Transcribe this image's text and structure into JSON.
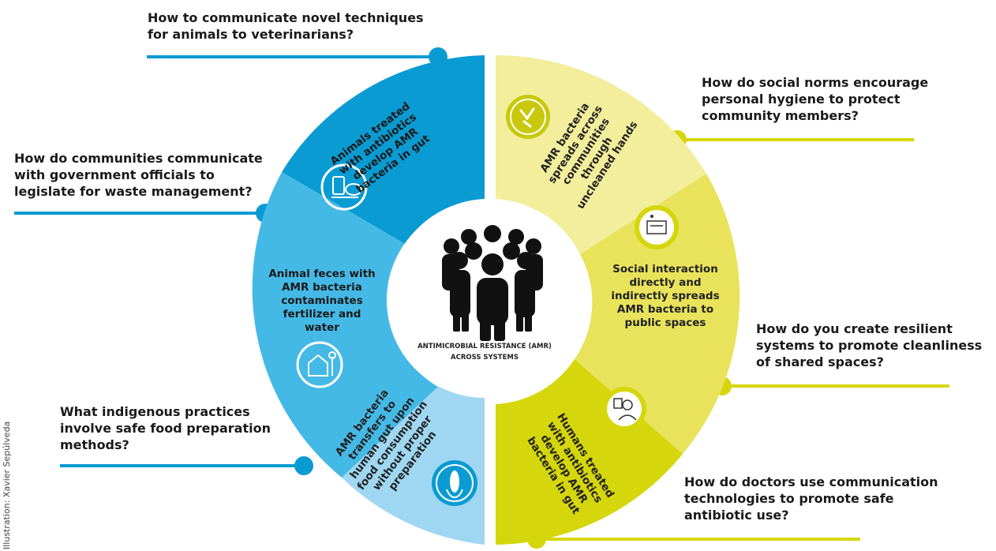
{
  "questions": {
    "q1": [
      "How to communicate novel techniques",
      "for animals to veterinarians?"
    ],
    "q2": [
      "How do communities communicate",
      "with government officials to",
      "legislate for waste management?"
    ],
    "q3": [
      "What indigenous practices",
      "involve safe food preparation",
      "methods?"
    ],
    "q4": [
      "How do social norms encourage",
      "personal hygiene to protect",
      "community members?"
    ],
    "q5": [
      "How do you create resilient",
      "systems to promote cleanliness",
      "of shared spaces?"
    ],
    "q6": [
      "How do doctors use communication",
      "technologies to promote safe",
      "antibiotic use?"
    ]
  },
  "segments": {
    "s1": [
      "Animals treated",
      "with antibiotics",
      "develop AMR",
      "bacteria in gut"
    ],
    "s2": [
      "Animal feces with",
      "AMR bacteria",
      "contaminates",
      "fertilizer and",
      "water"
    ],
    "s3": [
      "AMR bacteria",
      "transfers to",
      "human gut upon",
      "food consumption",
      "without proper",
      "preparation"
    ],
    "s4": [
      "AMR bacteria",
      "spreads across",
      "communities",
      "through",
      "uncleaned hands"
    ],
    "s5": [
      "Social interaction",
      "directly and",
      "indirectly spreads",
      "AMR bacteria to",
      "public spaces"
    ],
    "s6": [
      "Humans treated",
      "with antibiotics",
      "develop AMR",
      "bacteria in gut"
    ]
  },
  "center": {
    "line1": "ANTIMICROBIAL RESISTANCE (AMR)",
    "line2": "ACROSS  SYSTEMS"
  },
  "credit": "Illustration: Xavier Sepúlveda",
  "icons": {
    "s1": "livestock-medicine-icon",
    "s2": "farm-icon",
    "s3": "corn-icon",
    "s4": "hands-icon",
    "s5": "public-building-icon",
    "s6": "doctor-icon",
    "center": "crowd-icon"
  },
  "colors": {
    "blue_dark": "#0a9bd3",
    "blue_mid": "#45b9e6",
    "blue_light": "#9fd7f2",
    "yellow_light": "#f2ee9c",
    "yellow_mid": "#e8e35b",
    "yellow_dark": "#d6d60c"
  }
}
